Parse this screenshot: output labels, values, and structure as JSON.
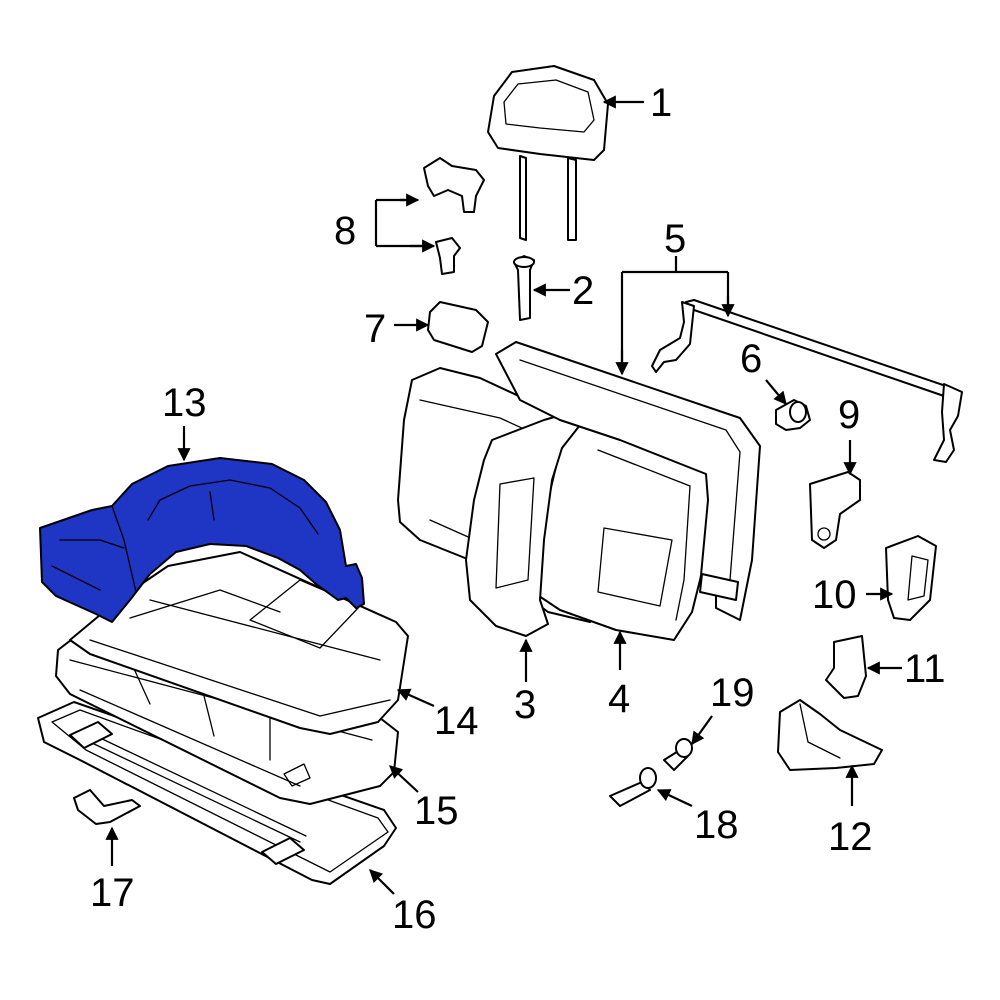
{
  "colors": {
    "highlight": "#1f35c4",
    "line": "#000000",
    "background": "#ffffff"
  },
  "callouts": {
    "c1": "1",
    "c2": "2",
    "c3": "3",
    "c4": "4",
    "c5": "5",
    "c6": "6",
    "c7": "7",
    "c8": "8",
    "c9": "9",
    "c10": "10",
    "c11": "11",
    "c12": "12",
    "c13": "13",
    "c14": "14",
    "c15": "15",
    "c16": "16",
    "c17": "17",
    "c18": "18",
    "c19": "19"
  }
}
